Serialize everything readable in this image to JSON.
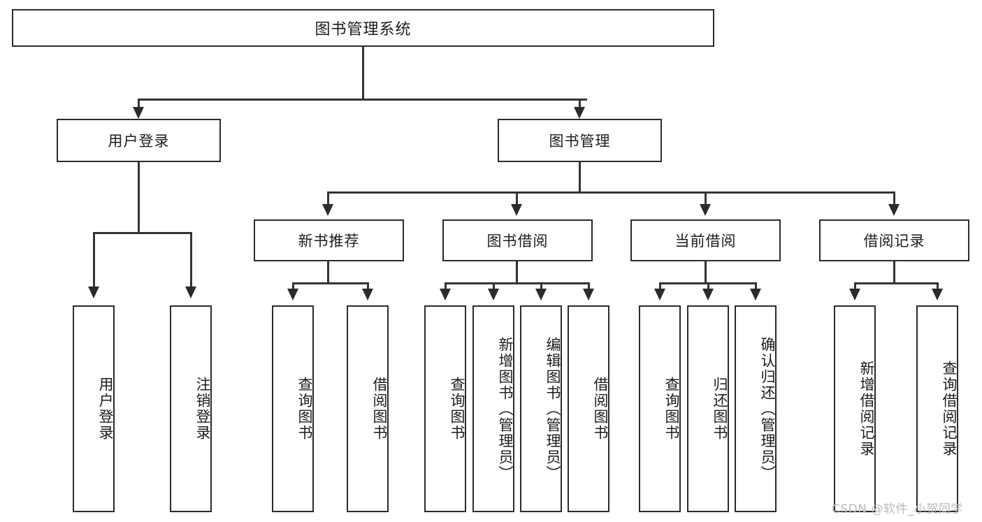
{
  "diagram": {
    "title": "图书管理系统",
    "type": "tree-hierarchy",
    "watermark": "CSDN @软件_小贺同学",
    "colors": {
      "background": "#ffffff",
      "box_border": "#2b2b2b",
      "connector": "#333333",
      "text": "#1c1c1c",
      "watermark": "#b9b9b9"
    },
    "root": {
      "label": "图书管理系统"
    },
    "level1": [
      {
        "id": "user-login",
        "label": "用户登录"
      },
      {
        "id": "book-management",
        "label": "图书管理"
      }
    ],
    "level2": [
      {
        "id": "new-book-recommend",
        "label": "新书推荐"
      },
      {
        "id": "book-borrow",
        "label": "图书借阅"
      },
      {
        "id": "current-borrow",
        "label": "当前借阅"
      },
      {
        "id": "borrow-record",
        "label": "借阅记录"
      }
    ],
    "leaves": {
      "user_login": [
        {
          "id": "leaf-user-login",
          "label": "用户登录"
        },
        {
          "id": "leaf-logout-login",
          "label": "注销登录"
        }
      ],
      "new_book_recommend": [
        {
          "id": "leaf-query-book-1",
          "label": "查询图书"
        },
        {
          "id": "leaf-borrow-book-1",
          "label": "借阅图书"
        }
      ],
      "book_borrow": [
        {
          "id": "leaf-query-book-2",
          "label": "查询图书"
        },
        {
          "id": "leaf-add-book",
          "label": "新增图书（管理员）"
        },
        {
          "id": "leaf-edit-book",
          "label": "编辑图书（管理员）"
        },
        {
          "id": "leaf-borrow-book-2",
          "label": "借阅图书"
        }
      ],
      "current_borrow": [
        {
          "id": "leaf-query-book-3",
          "label": "查询图书"
        },
        {
          "id": "leaf-return-book",
          "label": "归还图书"
        },
        {
          "id": "leaf-confirm-return",
          "label": "确认归还（管理员）"
        }
      ],
      "borrow_record": [
        {
          "id": "leaf-add-record",
          "label": "新增借阅记录"
        },
        {
          "id": "leaf-query-record",
          "label": "查询借阅记录"
        }
      ]
    }
  }
}
